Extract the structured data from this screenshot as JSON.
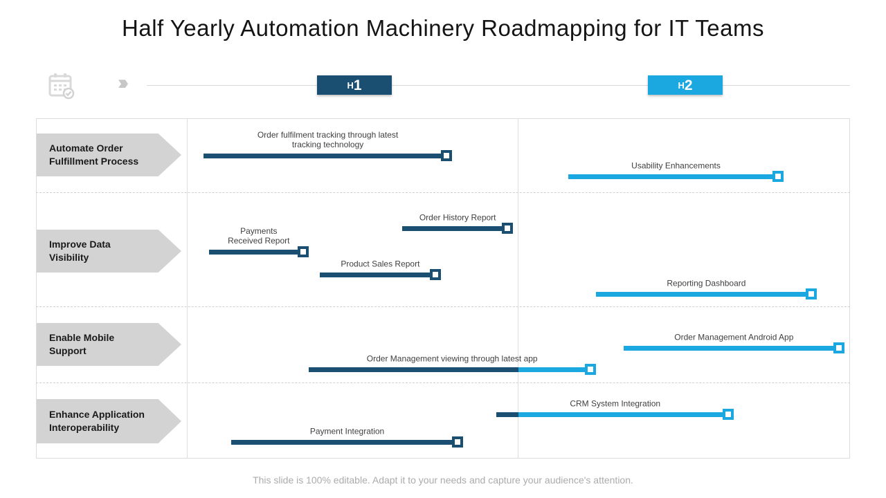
{
  "title": "Half Yearly Automation Machinery Roadmapping for IT Teams",
  "footer": "This slide is 100% editable.  Adapt it to your needs and capture your audience's attention.",
  "header": {
    "h1": {
      "prefix": "H",
      "number": "1"
    },
    "h2": {
      "prefix": "H",
      "number": "2"
    },
    "chevrons": "›››"
  },
  "colors": {
    "navy": "#1b4f72",
    "cyan": "#1ba7e0",
    "arrow_bg": "#d3d3d3",
    "grid": "#dcdcdc",
    "label_text": "#3f3f3f",
    "footer_text": "#ababab"
  },
  "chart_data": {
    "type": "bar",
    "subtype": "gantt-roadmap",
    "title": "Half Yearly Automation Machinery Roadmapping for IT Teams",
    "x_axis": {
      "unit": "months",
      "range": [
        0,
        12
      ],
      "halves": [
        {
          "label": "H1",
          "start": 0,
          "end": 6,
          "color": "#1b4f72"
        },
        {
          "label": "H2",
          "start": 6,
          "end": 12,
          "color": "#1ba7e0"
        }
      ]
    },
    "legend": "none",
    "rows": [
      {
        "category": "Automate  Order Fulfillment Process",
        "tasks": [
          {
            "label": "Order fulfilment tracking through latest\ntracking technology",
            "start": 0.3,
            "end": 4.8,
            "half": "H1",
            "color": "navy"
          },
          {
            "label": "Usability Enhancements",
            "start": 6.9,
            "end": 10.8,
            "half": "H2",
            "color": "cyan"
          }
        ]
      },
      {
        "category": "Improve Data Visibility",
        "tasks": [
          {
            "label": "Order History Report",
            "start": 3.9,
            "end": 5.9,
            "half": "H1",
            "color": "navy"
          },
          {
            "label": "Payments\nReceived Report",
            "start": 0.4,
            "end": 2.2,
            "half": "H1",
            "color": "navy"
          },
          {
            "label": "Product Sales Report",
            "start": 2.4,
            "end": 4.6,
            "half": "H1",
            "color": "navy"
          },
          {
            "label": "Reporting Dashboard",
            "start": 7.4,
            "end": 11.4,
            "half": "H2",
            "color": "cyan"
          }
        ]
      },
      {
        "category": "Enable Mobile Support",
        "tasks": [
          {
            "label": "Order Management Android App",
            "start": 7.9,
            "end": 11.9,
            "half": "H2",
            "color": "cyan"
          },
          {
            "label": "Order Management viewing through latest app",
            "start": 2.2,
            "end": 7.4,
            "half": "H1-H2",
            "color": "navy-cyan"
          }
        ]
      },
      {
        "category": "Enhance Application Interoperability",
        "tasks": [
          {
            "label": "CRM System Integration",
            "start": 5.6,
            "end": 9.9,
            "half": "H1-H2",
            "color": "navy-cyan"
          },
          {
            "label": "Payment Integration",
            "start": 0.8,
            "end": 5.0,
            "half": "H1",
            "color": "navy"
          }
        ]
      }
    ]
  }
}
